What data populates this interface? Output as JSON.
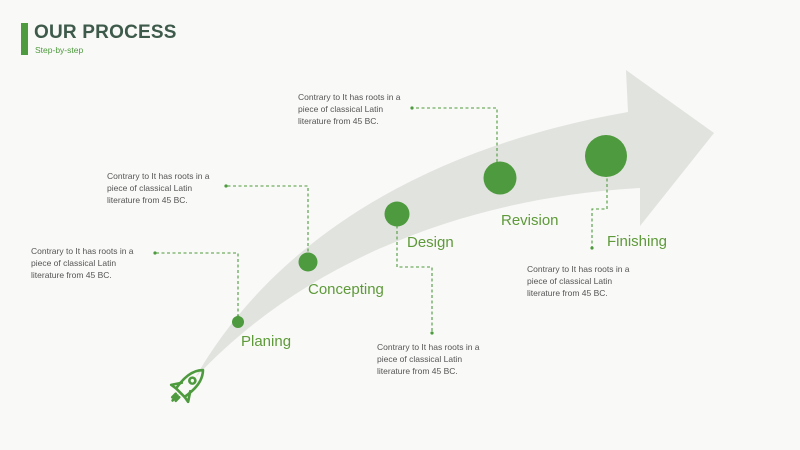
{
  "header": {
    "title": "OUR PROCESS",
    "subtitle": "Step-by-step"
  },
  "colors": {
    "accent": "#4e9a3e",
    "arrow": "#e1e3df",
    "text": "#555555"
  },
  "steps": [
    {
      "label": "Planing",
      "description": "Contrary to It has roots in a piece of classical Latin literature from 45 BC."
    },
    {
      "label": "Concepting",
      "description": "Contrary to It has roots in a piece of classical Latin literature from 45 BC."
    },
    {
      "label": "Design",
      "description": "Contrary to It has roots in a piece of classical Latin literature from 45 BC."
    },
    {
      "label": "Revision",
      "description": "Contrary to It has roots in a piece of classical Latin literature from 45 BC."
    },
    {
      "label": "Finishing",
      "description": "Contrary to It has roots in a piece of classical Latin literature from 45 BC."
    }
  ],
  "icons": {
    "start": "rocket-icon"
  }
}
